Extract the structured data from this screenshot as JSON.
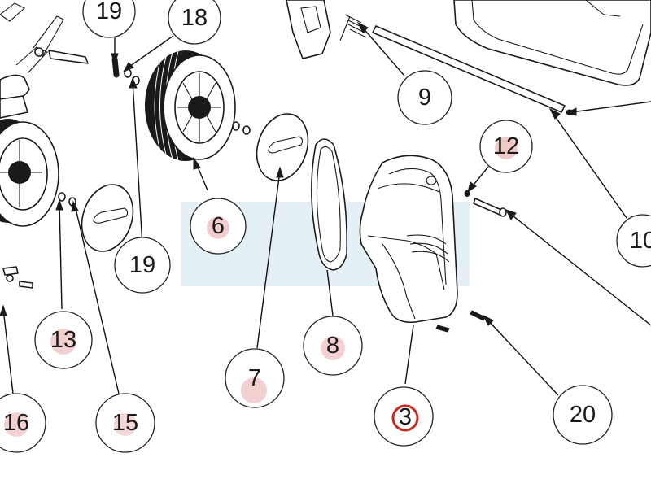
{
  "diagram": {
    "highlight_color": "#e8a4a4",
    "selected_ring_color": "#c8281e",
    "watermark_color": "#dcebf3",
    "callouts": [
      {
        "id": "c-19-top",
        "label": "19"
      },
      {
        "id": "c-18",
        "label": "18"
      },
      {
        "id": "c-9",
        "label": "9"
      },
      {
        "id": "c-12",
        "label": "12"
      },
      {
        "id": "c-10",
        "label": "10"
      },
      {
        "id": "c-6",
        "label": "6"
      },
      {
        "id": "c-19-mid",
        "label": "19"
      },
      {
        "id": "c-13",
        "label": "13"
      },
      {
        "id": "c-7",
        "label": "7"
      },
      {
        "id": "c-8",
        "label": "8"
      },
      {
        "id": "c-3",
        "label": "3"
      },
      {
        "id": "c-20",
        "label": "20"
      },
      {
        "id": "c-16",
        "label": "16"
      },
      {
        "id": "c-15",
        "label": "15"
      }
    ]
  }
}
